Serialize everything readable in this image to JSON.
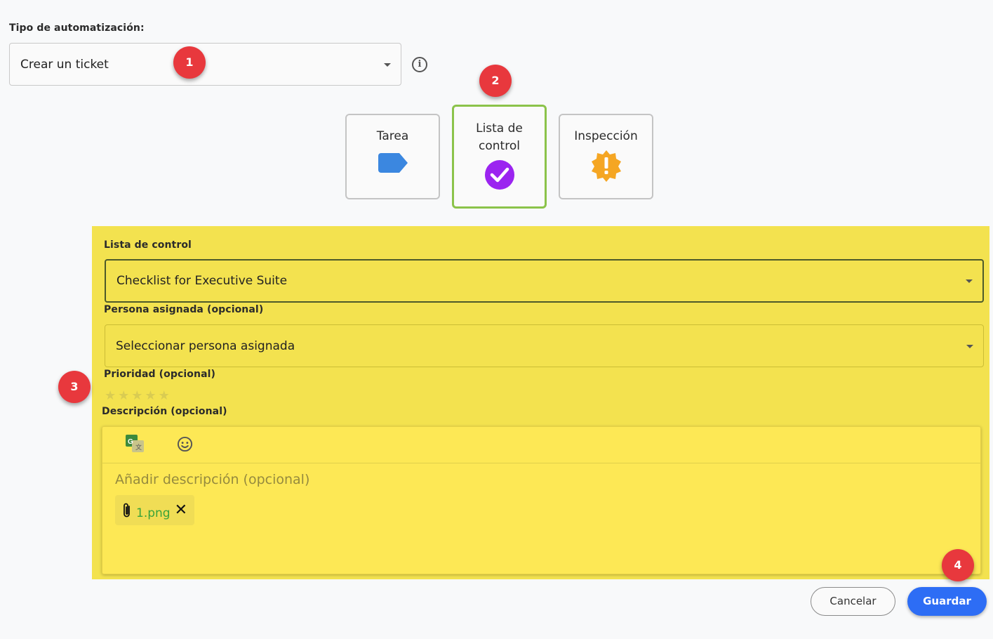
{
  "automation": {
    "label": "Tipo de automatización:",
    "selected": "Crear un ticket"
  },
  "types": [
    {
      "label": "Tarea",
      "icon": "tag-icon",
      "color": "#3b87e0"
    },
    {
      "label": "Lista de control",
      "icon": "check-circle-icon",
      "color": "#9b24f0",
      "selected": true
    },
    {
      "label": "Inspección",
      "icon": "alert-badge-icon",
      "color": "#f5a623"
    }
  ],
  "checklist": {
    "label": "Lista de control",
    "selected": "Checklist for Executive Suite"
  },
  "assignee": {
    "label": "Persona asignada (opcional)",
    "placeholder": "Seleccionar persona asignada"
  },
  "priority": {
    "label": "Prioridad (opcional)",
    "stars": 5,
    "value": 0
  },
  "description": {
    "label": "Descripción (opcional)",
    "placeholder": "Añadir descripción (opcional)",
    "attachment": "1.png"
  },
  "badges": [
    "1",
    "2",
    "3",
    "4"
  ],
  "buttons": {
    "cancel": "Cancelar",
    "save": "Guardar"
  },
  "colors": {
    "highlight": "#f3e24f",
    "badge": "#e8383d",
    "primary": "#2d6df5",
    "selected_border": "#8bc34a"
  }
}
